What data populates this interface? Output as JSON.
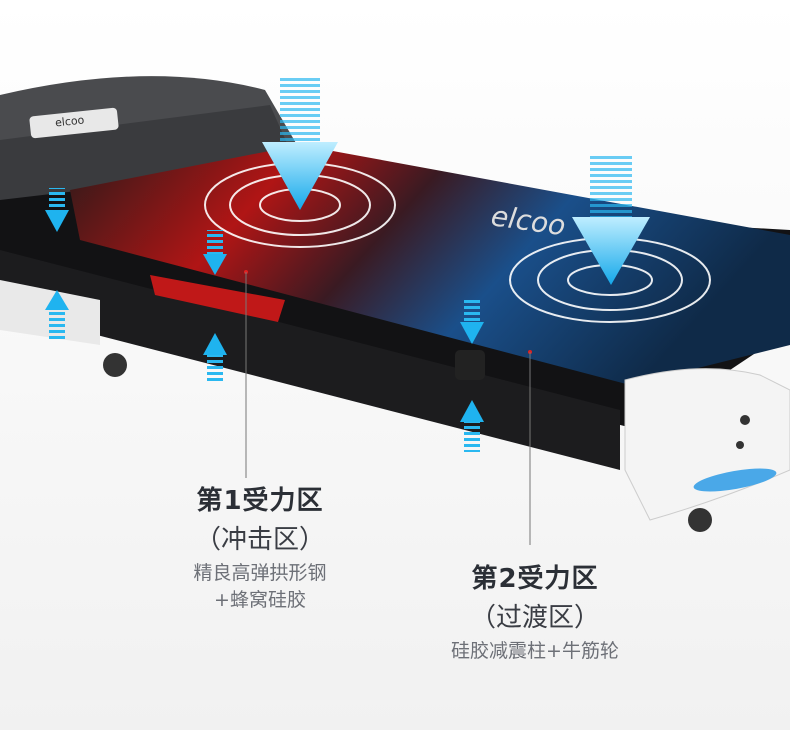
{
  "brand": {
    "logo_text": "elcoo"
  },
  "zones": [
    {
      "title": "第1受力区",
      "subtitle": "（冲击区）",
      "description_lines": [
        "精良高弹拱形钢",
        "+蜂窝硅胶"
      ]
    },
    {
      "title": "第2受力区",
      "subtitle": "（过渡区）",
      "description_lines": [
        "硅胶减震柱+牛筋轮"
      ]
    }
  ],
  "colors": {
    "arrow": "#1fb3ef",
    "impact_zone": "#c81414",
    "transition_zone": "#1a5fa0",
    "frame": "#1a1a1c"
  }
}
